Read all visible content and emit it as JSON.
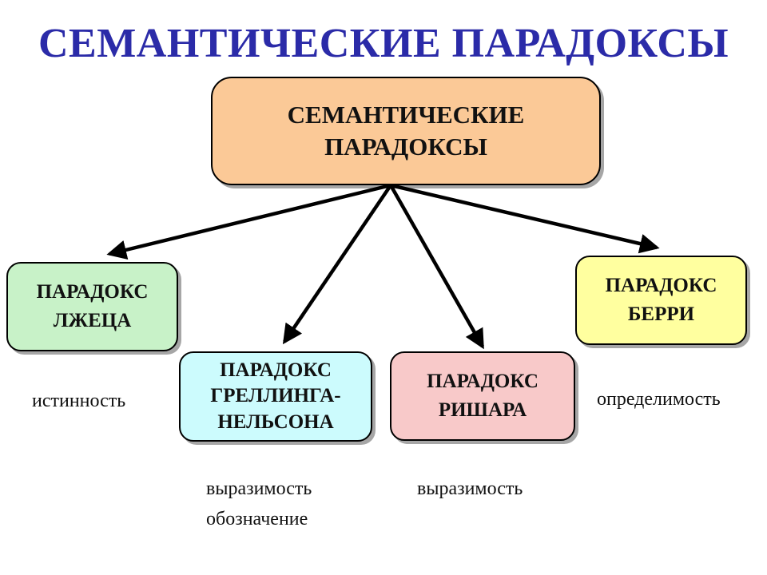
{
  "title": "СЕМАНТИЧЕСКИЕ ПАРАДОКСЫ",
  "colors": {
    "title": "#2b2ba8",
    "root_fill": "#fbc997",
    "liar_fill": "#c8f2c8",
    "grelling_fill": "#ccfbfd",
    "richard_fill": "#f8c9c9",
    "berry_fill": "#ffff9f",
    "arrow": "#000000"
  },
  "diagram": {
    "root": {
      "label": "СЕМАНТИЧЕСКИЕ\nПАРАДОКСЫ"
    },
    "children": [
      {
        "id": "liar",
        "label": "ПАРАДОКС\nЛЖЕЦА",
        "caption": [
          "истинность"
        ]
      },
      {
        "id": "grelling",
        "label": "ПАРАДОКС\nГРЕЛЛИНГА-\nНЕЛЬСОНА",
        "caption": [
          "выразимость",
          "обозначение"
        ]
      },
      {
        "id": "richard",
        "label": "ПАРАДОКС\nРИШАРА",
        "caption": [
          "выразимость"
        ]
      },
      {
        "id": "berry",
        "label": "ПАРАДОКС\nБЕРРИ",
        "caption": [
          "определимость"
        ]
      }
    ],
    "edges": [
      {
        "from": "root",
        "to": "liar"
      },
      {
        "from": "root",
        "to": "grelling"
      },
      {
        "from": "root",
        "to": "richard"
      },
      {
        "from": "root",
        "to": "berry"
      }
    ]
  }
}
